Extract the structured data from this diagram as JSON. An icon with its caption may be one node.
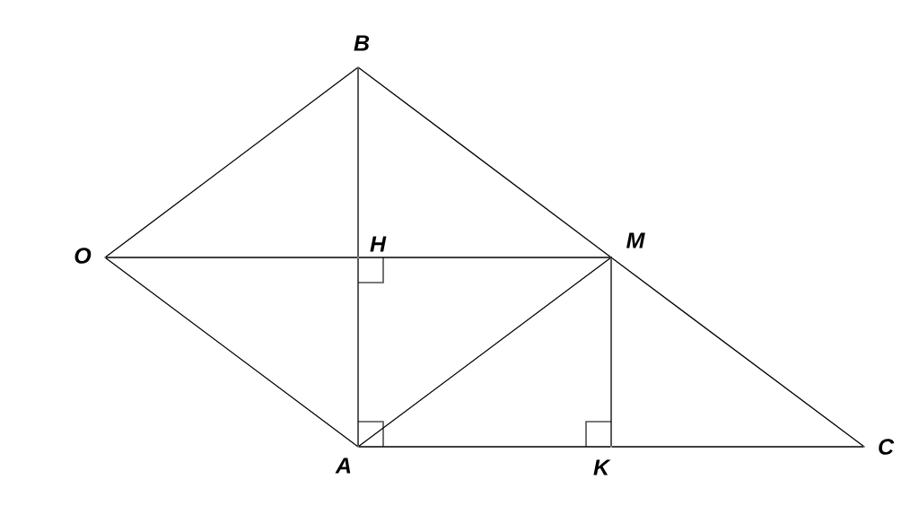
{
  "diagram": {
    "nodes": [
      {
        "text": [],
        "shape": "circle",
        "beside": [
          "B"
        ]
      },
      {
        "text": [],
        "shape": "circle",
        "beside": [
          "O"
        ]
      },
      {
        "text": [],
        "shape": "circle",
        "beside": [
          "H"
        ]
      },
      {
        "text": [],
        "shape": "circle",
        "beside": [
          "M"
        ]
      },
      {
        "text": [],
        "shape": "circle",
        "beside": [
          "A"
        ]
      },
      {
        "text": [],
        "shape": "circle",
        "beside": [
          "K"
        ]
      },
      {
        "text": [],
        "shape": "circle",
        "beside": [
          "C"
        ]
      }
    ],
    "edges": [
      {
        "from": 1,
        "to": 0,
        "arrow": "none"
      },
      {
        "from": 0,
        "to": 3,
        "arrow": "none"
      },
      {
        "from": 3,
        "to": 6,
        "arrow": "none"
      },
      {
        "from": 1,
        "to": 2,
        "arrow": "none"
      },
      {
        "from": 2,
        "to": 3,
        "arrow": "none"
      },
      {
        "from": 1,
        "to": 4,
        "arrow": "none"
      },
      {
        "from": 0,
        "to": 2,
        "arrow": "none"
      },
      {
        "from": 2,
        "to": 4,
        "arrow": "none"
      },
      {
        "from": 4,
        "to": 3,
        "arrow": "none"
      },
      {
        "from": 3,
        "to": 5,
        "arrow": "none"
      },
      {
        "from": 4,
        "to": 5,
        "arrow": "none"
      },
      {
        "from": 5,
        "to": 6,
        "arrow": "none"
      }
    ]
  }
}
